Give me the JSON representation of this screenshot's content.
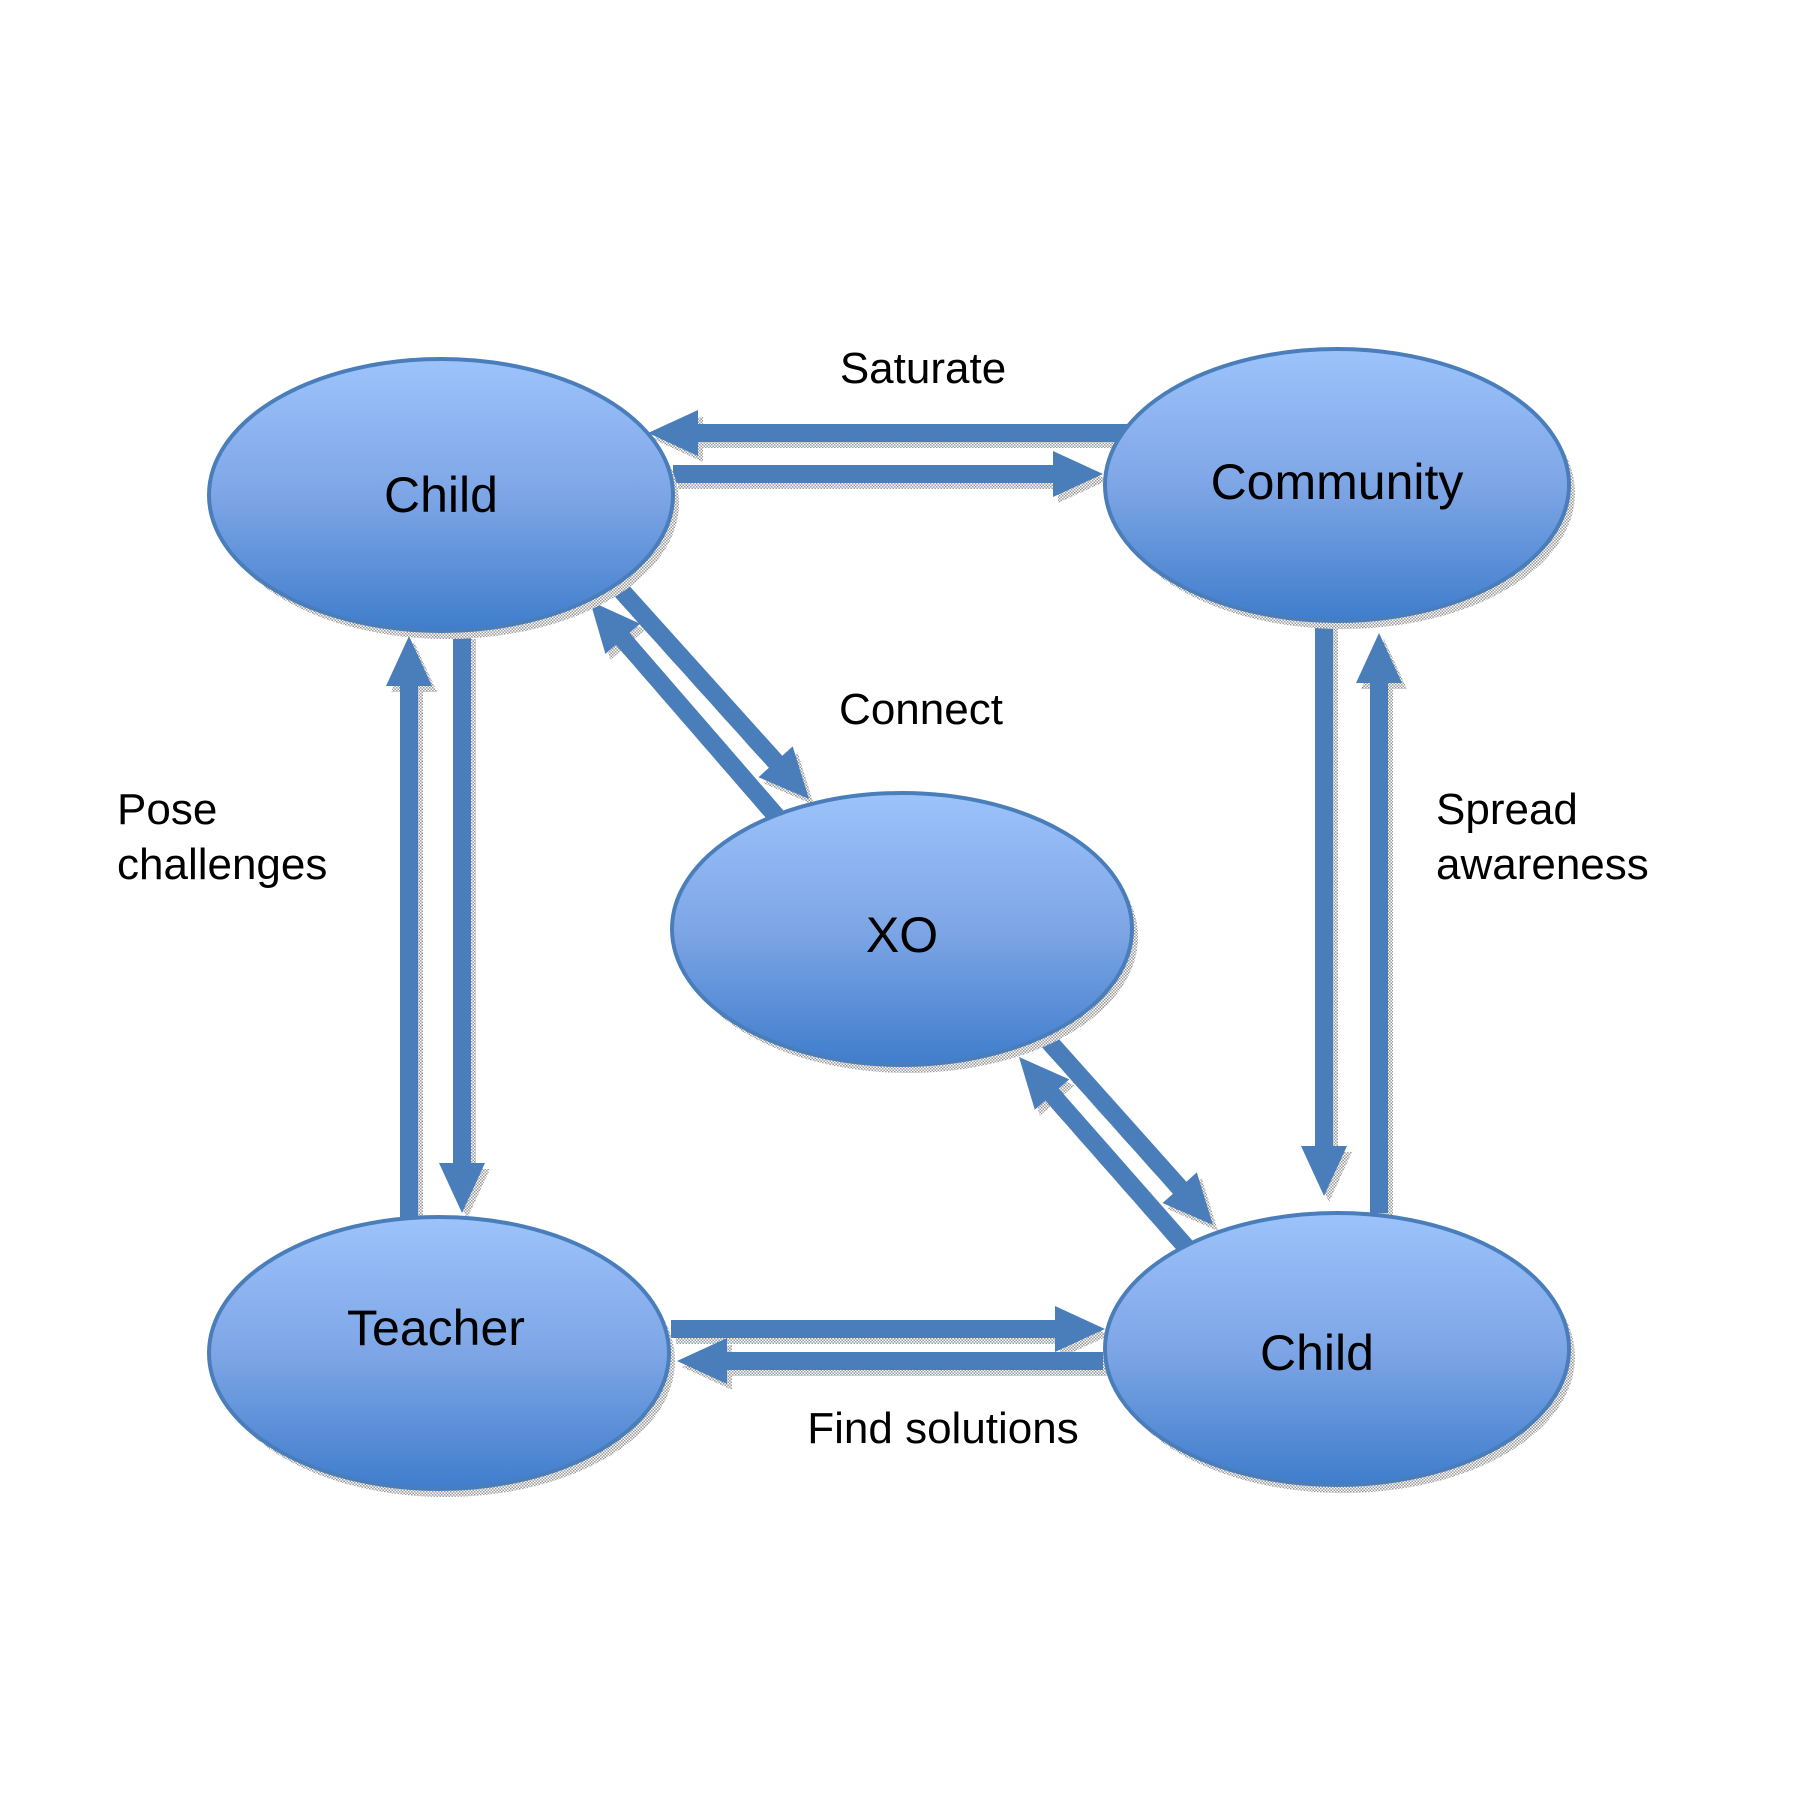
{
  "diagram": {
    "nodes": [
      {
        "id": "child_top",
        "label": "Child"
      },
      {
        "id": "community",
        "label": "Community"
      },
      {
        "id": "xo",
        "label": "XO"
      },
      {
        "id": "teacher",
        "label": "Teacher"
      },
      {
        "id": "child_bottom",
        "label": "Child"
      }
    ],
    "edges": [
      {
        "from": "community",
        "to": "child_top"
      },
      {
        "from": "child_top",
        "to": "community"
      },
      {
        "from": "teacher",
        "to": "child_top"
      },
      {
        "from": "child_top",
        "to": "teacher"
      },
      {
        "from": "community",
        "to": "child_bottom"
      },
      {
        "from": "child_bottom",
        "to": "community"
      },
      {
        "from": "teacher",
        "to": "child_bottom"
      },
      {
        "from": "child_bottom",
        "to": "teacher"
      },
      {
        "from": "child_top",
        "to": "xo"
      },
      {
        "from": "xo",
        "to": "child_top"
      },
      {
        "from": "xo",
        "to": "child_bottom"
      },
      {
        "from": "child_bottom",
        "to": "xo"
      }
    ],
    "labels": {
      "saturate": "Saturate",
      "connect": "Connect",
      "pose_line1": "Pose",
      "pose_line2": "challenges",
      "spread_line1": "Spread",
      "spread_line2": "awareness",
      "find_solutions": "Find solutions"
    },
    "colors": {
      "arrow": "#4a7ebb",
      "ellipse_top": "#9dc3fb",
      "ellipse_bottom": "#3f7dcc",
      "ellipse_stroke": "#4a7ebb",
      "shadow": "#b5b5b5"
    }
  }
}
